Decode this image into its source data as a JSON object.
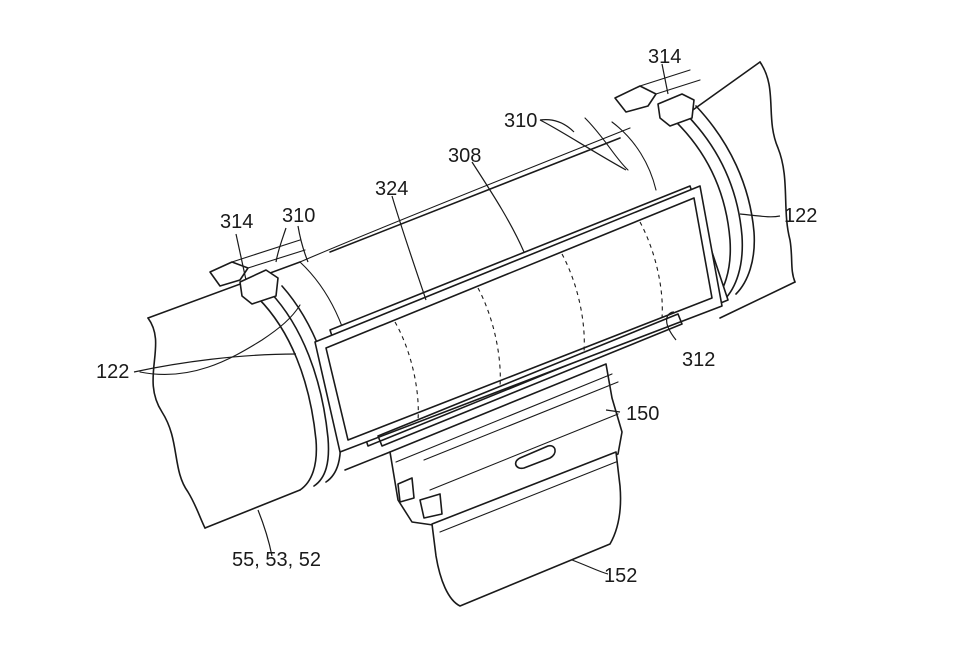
{
  "labels": {
    "ref_314_right": "314",
    "ref_310_right": "310",
    "ref_308": "308",
    "ref_324": "324",
    "ref_314_left": "314",
    "ref_310_left": "310",
    "ref_122_right": "122",
    "ref_122_left": "122",
    "ref_312": "312",
    "ref_150": "150",
    "ref_55_53_52": "55, 53, 52",
    "ref_152": "152"
  }
}
